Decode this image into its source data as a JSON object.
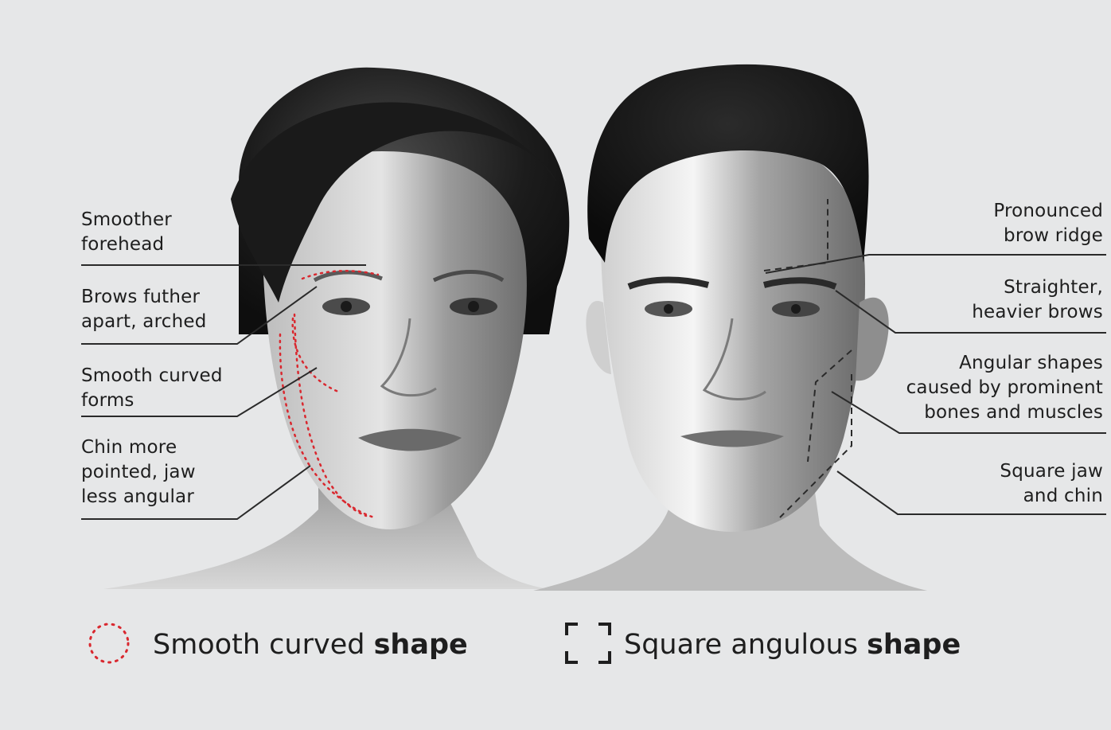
{
  "female": {
    "labels": [
      {
        "id": "smoother-forehead",
        "lines": [
          "Smoother",
          "forehead"
        ]
      },
      {
        "id": "brows-apart",
        "lines": [
          "Brows futher",
          "apart, arched"
        ]
      },
      {
        "id": "smooth-curved-forms",
        "lines": [
          "Smooth curved",
          "forms"
        ]
      },
      {
        "id": "chin-pointed",
        "lines": [
          "Chin more",
          "pointed, jaw",
          "less angular"
        ]
      }
    ]
  },
  "male": {
    "labels": [
      {
        "id": "brow-ridge",
        "lines": [
          "Pronounced",
          "brow ridge"
        ]
      },
      {
        "id": "heavier-brows",
        "lines": [
          "Straighter,",
          "heavier brows"
        ]
      },
      {
        "id": "angular-shapes",
        "lines": [
          "Angular shapes",
          "caused by prominent",
          "bones and muscles"
        ]
      },
      {
        "id": "square-jaw",
        "lines": [
          "Square jaw",
          "and chin"
        ]
      }
    ]
  },
  "legend": {
    "curved": {
      "text_regular": "Smooth curved ",
      "text_bold": "shape",
      "icon": "dotted-circle-icon",
      "color": "#d9282f"
    },
    "angular": {
      "text_regular": "Square angulous ",
      "text_bold": "shape",
      "icon": "corner-brackets-icon",
      "color": "#1e1e1e"
    }
  },
  "colors": {
    "background": "#e6e7e8",
    "accent_red": "#d9282f",
    "line": "#2a2a2a"
  }
}
